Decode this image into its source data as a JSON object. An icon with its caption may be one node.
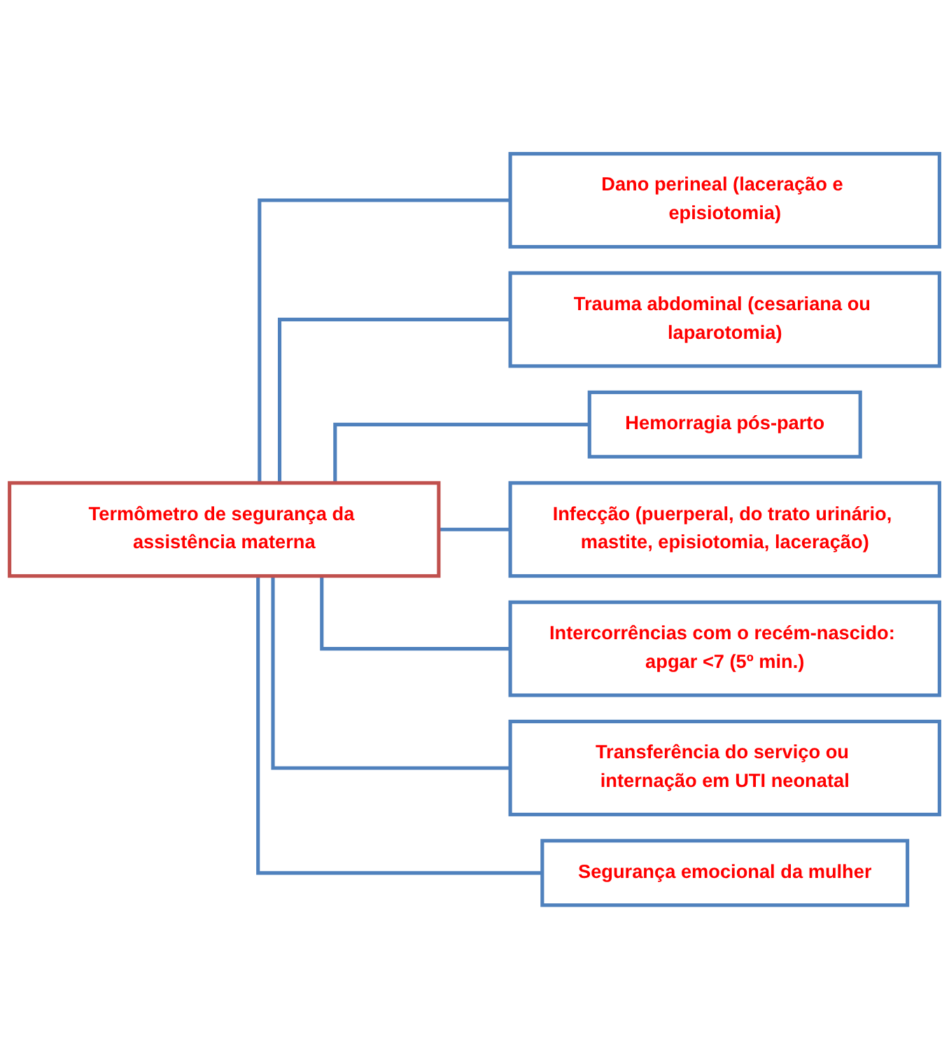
{
  "diagram": {
    "nodes": [
      {
        "text": [
          "Termômetro de segurança da assistência materna"
        ]
      },
      {
        "text": [
          "Dano perineal (laceração e episiotomia)"
        ]
      },
      {
        "text": [
          "Trauma abdominal (cesariana ou laparotomia)"
        ]
      },
      {
        "text": [
          "Hemorragia pós-parto"
        ]
      },
      {
        "text": [
          "Infecção (puerperal, do trato urinário, mastite, episiotomia, laceração)"
        ]
      },
      {
        "text": [
          "Intercorrências com o recém-nascido: apgar <7 (5º min.)"
        ]
      },
      {
        "text": [
          "Transferência do serviço ou internação em UTI neonatal"
        ]
      },
      {
        "text": [
          "Segurança emocional da mulher"
        ]
      }
    ],
    "edges": [
      {
        "from": 0,
        "to": 1,
        "arrow": "none"
      },
      {
        "from": 0,
        "to": 2,
        "arrow": "none"
      },
      {
        "from": 0,
        "to": 3,
        "arrow": "none"
      },
      {
        "from": 0,
        "to": 4,
        "arrow": "none"
      },
      {
        "from": 0,
        "to": 5,
        "arrow": "none"
      },
      {
        "from": 0,
        "to": 6,
        "arrow": "none"
      },
      {
        "from": 0,
        "to": 7,
        "arrow": "none"
      }
    ]
  }
}
